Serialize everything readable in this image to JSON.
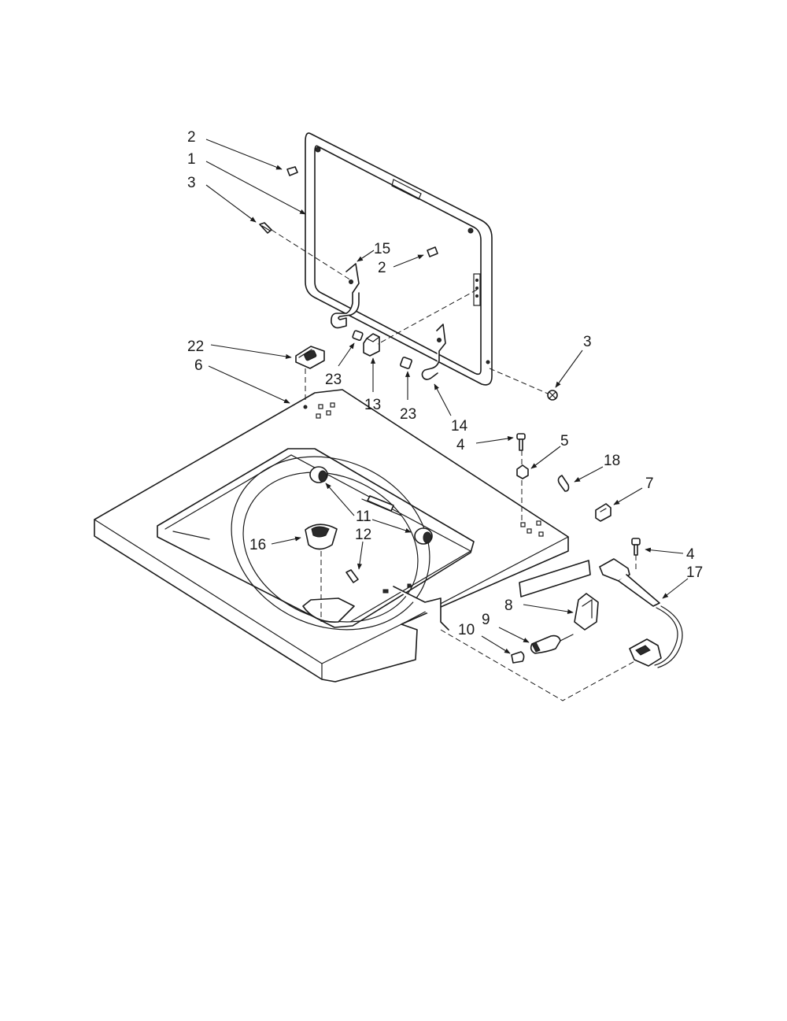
{
  "callouts": [
    {
      "id": "c2a",
      "text": "2"
    },
    {
      "id": "c1",
      "text": "1"
    },
    {
      "id": "c3a",
      "text": "3"
    },
    {
      "id": "c15",
      "text": "15"
    },
    {
      "id": "c2b",
      "text": "2"
    },
    {
      "id": "c3b",
      "text": "3"
    },
    {
      "id": "c22",
      "text": "22"
    },
    {
      "id": "c6",
      "text": "6"
    },
    {
      "id": "c23a",
      "text": "23"
    },
    {
      "id": "c13",
      "text": "13"
    },
    {
      "id": "c23b",
      "text": "23"
    },
    {
      "id": "c14",
      "text": "14"
    },
    {
      "id": "c4a",
      "text": "4"
    },
    {
      "id": "c5",
      "text": "5"
    },
    {
      "id": "c18",
      "text": "18"
    },
    {
      "id": "c7",
      "text": "7"
    },
    {
      "id": "c11",
      "text": "11"
    },
    {
      "id": "c16",
      "text": "16"
    },
    {
      "id": "c12",
      "text": "12"
    },
    {
      "id": "c4b",
      "text": "4"
    },
    {
      "id": "c17",
      "text": "17"
    },
    {
      "id": "c8",
      "text": "8"
    },
    {
      "id": "c9",
      "text": "9"
    },
    {
      "id": "c10",
      "text": "10"
    }
  ]
}
